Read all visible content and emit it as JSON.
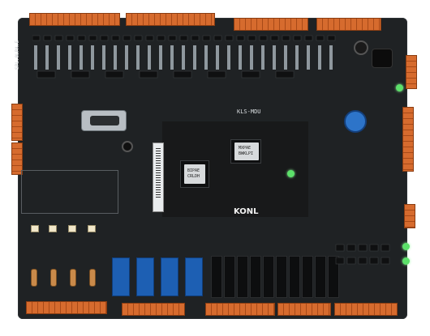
{
  "photo": {
    "subject": "Elevator controller circuit board",
    "board_color": "#1f2224",
    "connector_color": "#d66b2e",
    "relay_blue_color": "#1d5fb3"
  },
  "silkscreen": {
    "board_id": "KLS-MDU",
    "brand": "KONL",
    "side_label": "SPL.0LPA.E"
  },
  "chips": {
    "mcu_left_line1": "BIPAE",
    "mcu_left_line2": "CRLDH",
    "mcu_right_line1": "MXPAE",
    "mcu_right_line2": "BWKLPI"
  },
  "counts": {
    "blue_relays": 4,
    "black_relays": 10,
    "status_leds": 4
  }
}
